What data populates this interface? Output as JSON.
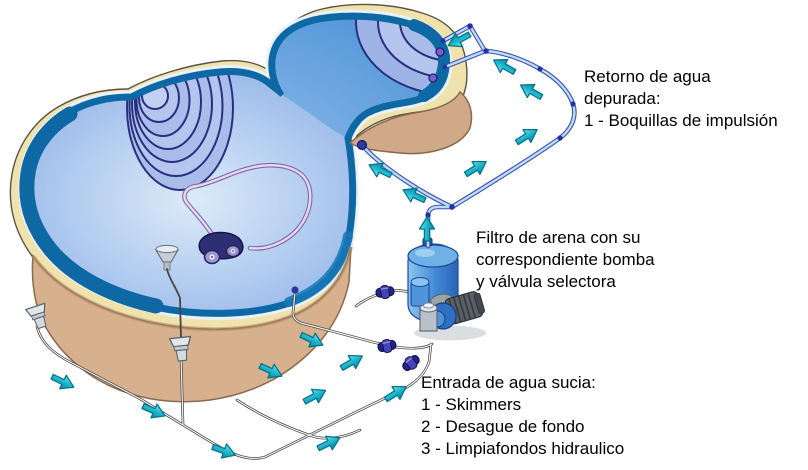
{
  "diagram": {
    "type": "pool-filtration-schematic",
    "background": "#ffffff",
    "labels": {
      "return": [
        "Retorno de agua",
        "depurada:",
        "1 - Boquillas de impulsión"
      ],
      "filter": [
        "Filtro de arena con su",
        "correspondiente bomba",
        "y válvula selectora"
      ],
      "inlet": [
        "Entrada de agua sucia:",
        "1 - Skimmers",
        "2 - Desague de fondo",
        "3 - Limpiafondos hidraulico"
      ]
    },
    "colors": {
      "deck": "#f0e2ad",
      "deck_outline": "#5a5344",
      "earth": "#d7b08e",
      "water_light": "#dcebf8",
      "water_mid": "#7fa9e2",
      "water_deep": "#2f8ed6",
      "pool_wall": "#0d68a4",
      "pipe_suction": "#f4f4f4",
      "pipe_return": "#bcdcf6",
      "tank_blue": "#3f84cf",
      "pump_motor": "#5a5f66",
      "robot_body": "#2e2e72",
      "hose": "#e6d9f2",
      "steps": "#aabdea",
      "flow_arrow": "#14b6cf",
      "valve": "#2a2a96",
      "nozzle": "#7a5fd0"
    }
  }
}
